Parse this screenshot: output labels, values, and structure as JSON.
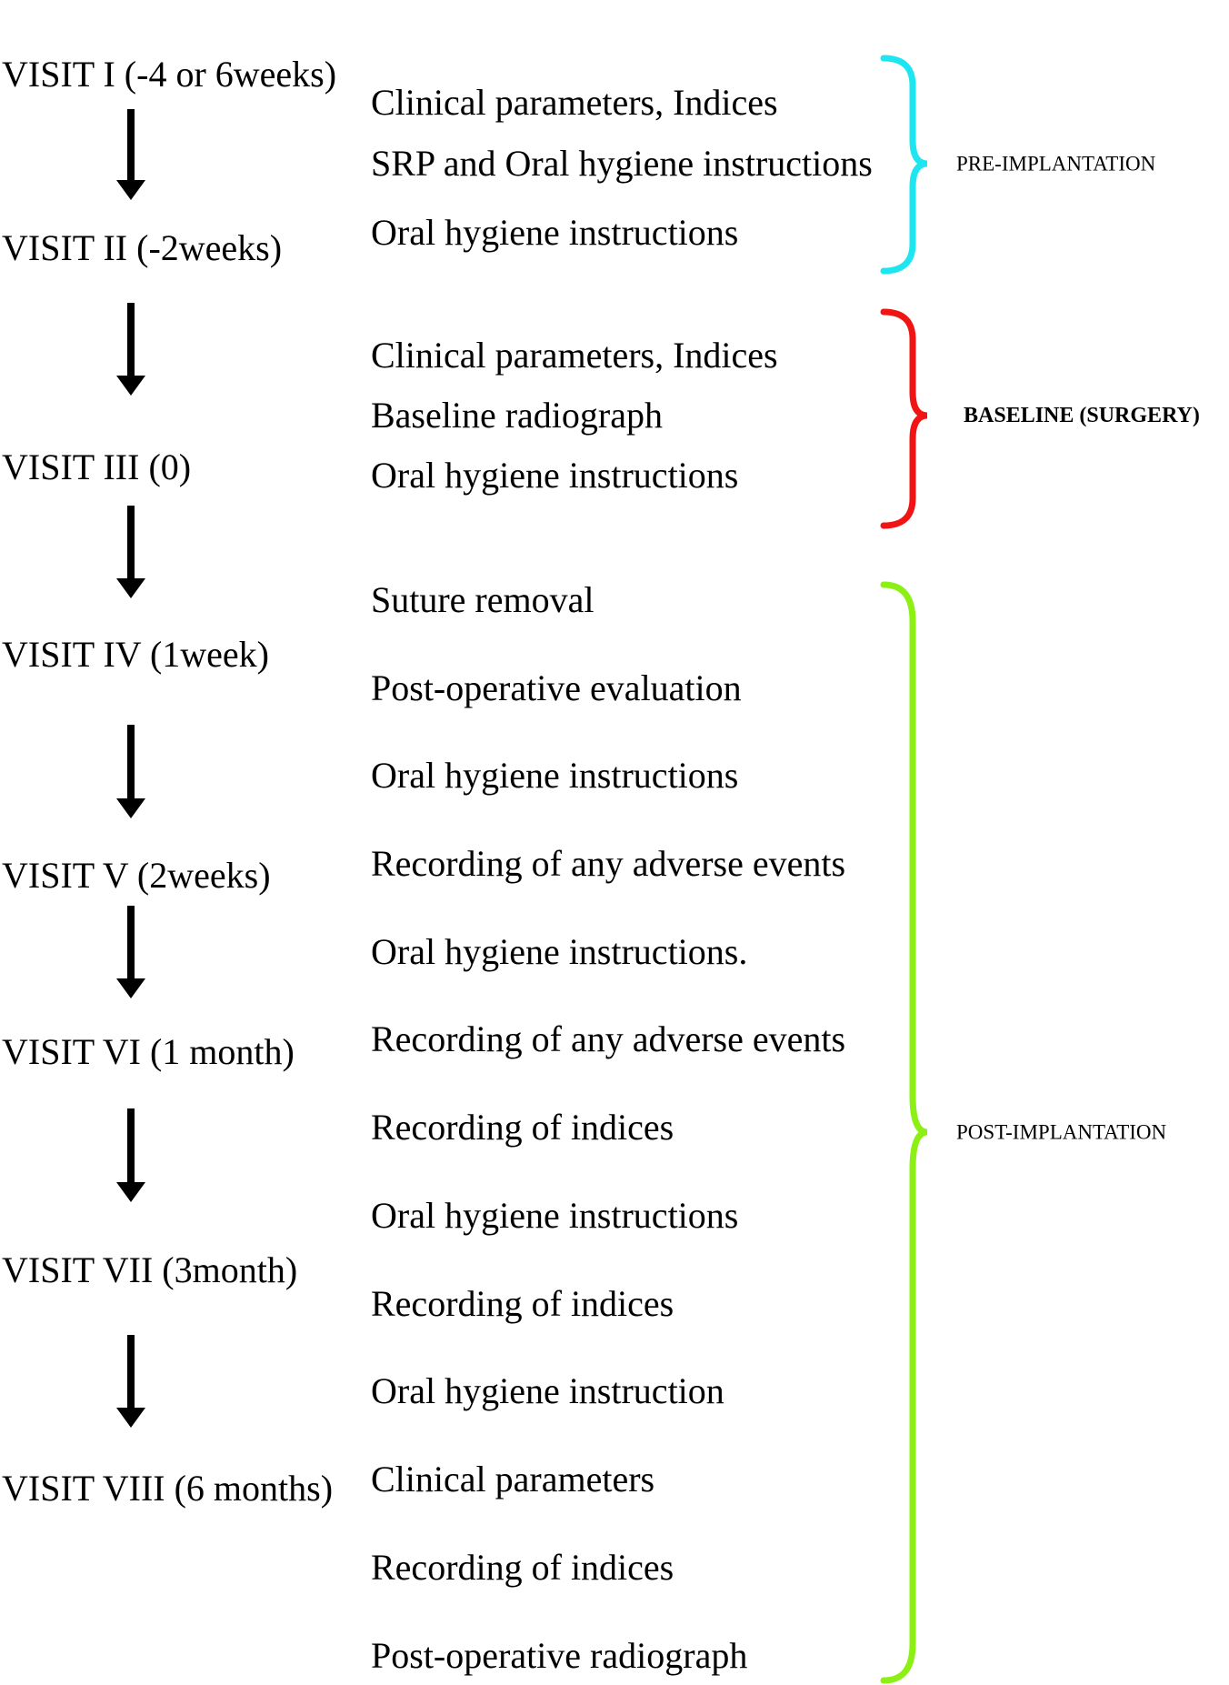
{
  "visits": [
    {
      "label": "VISIT I (-4 or 6weeks)"
    },
    {
      "label": "VISIT II (-2weeks)"
    },
    {
      "label": "VISIT III (0)"
    },
    {
      "label": "VISIT IV (1week)"
    },
    {
      "label": "VISIT V (2weeks)"
    },
    {
      "label": "VISIT VI (1 month)"
    },
    {
      "label": "VISIT VII (3month)"
    },
    {
      "label": "VISIT VIII (6 months)"
    }
  ],
  "activities": [
    "Clinical parameters, Indices",
    "SRP and Oral hygiene instructions",
    "Oral hygiene instructions",
    "Clinical parameters, Indices",
    "Baseline radiograph",
    "Oral hygiene instructions",
    "Suture removal",
    "Post-operative evaluation",
    "Oral hygiene instructions",
    "Recording of any adverse events",
    "Oral hygiene instructions.",
    "Recording of any adverse events",
    "Recording of indices",
    "Oral hygiene instructions",
    "Recording of indices",
    "Oral hygiene instruction",
    "Clinical parameters",
    "Recording of indices",
    "Post-operative radiograph"
  ],
  "phases": [
    {
      "label": "PRE-IMPLANTATION",
      "color": "#1ee6f0"
    },
    {
      "label": "BASELINE (SURGERY)",
      "color": "#f01414"
    },
    {
      "label": "POST-IMPLANTATION",
      "color": "#8cf014"
    }
  ],
  "arrow_color": "#000000"
}
